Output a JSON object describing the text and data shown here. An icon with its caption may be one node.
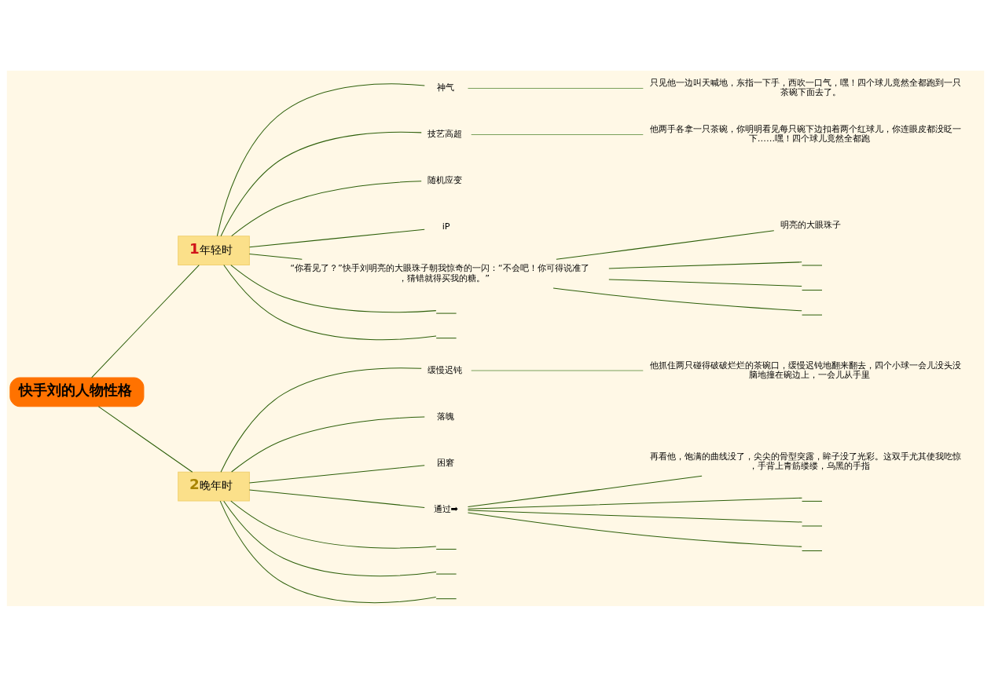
{
  "diagram": {
    "nodes": [
      {
        "text": [
          "快手刘的人物性格"
        ]
      },
      {
        "text": [
          "1",
          "年轻时"
        ]
      },
      {
        "text": [
          "神气"
        ]
      },
      {
        "text": [
          "只见他一边叫天喊地，东指一下手，西吹一口气，嘿！四个球儿竟然全都跑到一只茶碗下面去了。"
        ]
      },
      {
        "text": [
          "技艺高超"
        ]
      },
      {
        "text": [
          "他两手各拿一只茶碗，你明明看见每只碗下边扣着两个红球儿，你连眼皮都没眨一下……嘿！四个球儿竟然全都跑"
        ]
      },
      {
        "text": [
          "随机应变"
        ]
      },
      {
        "text": [
          "iP"
        ]
      },
      {
        "text": [
          "“你看见了？”快手刘明亮的大眼珠子朝我惊奇的一闪：“不会吧！你可得说准了，猜错就得买我的糖。”"
        ]
      },
      {
        "text": [
          "明亮的大眼珠子"
        ]
      },
      {
        "text": [],
        "shape": "line"
      },
      {
        "text": [],
        "shape": "line"
      },
      {
        "text": [],
        "shape": "line"
      },
      {
        "text": [],
        "shape": "line"
      },
      {
        "text": [],
        "shape": "line"
      },
      {
        "text": [
          "2",
          "晚年时"
        ]
      },
      {
        "text": [
          "缓慢迟钝"
        ]
      },
      {
        "text": [
          "他抓住两只碰得破破烂烂的茶碗口，缓慢迟钝地翻来翻去，四个小球一会儿没头没脑地撞在碗边上，一会儿从手里"
        ]
      },
      {
        "text": [
          "落魄"
        ]
      },
      {
        "text": [
          "困窘"
        ]
      },
      {
        "text": [
          "通过➡"
        ]
      },
      {
        "text": [
          "再看他，饱满的曲线没了，尖尖的骨型突露，眸子没了光彩。这双手尤其使我吃惊，手背上青筋缕缕，乌黑的手指"
        ]
      },
      {
        "text": [],
        "shape": "line"
      },
      {
        "text": [],
        "shape": "line"
      },
      {
        "text": [],
        "shape": "line"
      },
      {
        "text": [],
        "shape": "line"
      },
      {
        "text": [],
        "shape": "line"
      },
      {
        "text": [],
        "shape": "line"
      }
    ],
    "edges": [
      {
        "from": 0,
        "to": 1,
        "arrow": "none"
      },
      {
        "from": 1,
        "to": 2,
        "arrow": "none"
      },
      {
        "from": 2,
        "to": 3,
        "arrow": "none",
        "color": "#7aa05a"
      },
      {
        "from": 1,
        "to": 4,
        "arrow": "none"
      },
      {
        "from": 4,
        "to": 5,
        "arrow": "none",
        "color": "#7aa05a"
      },
      {
        "from": 1,
        "to": 6,
        "arrow": "none"
      },
      {
        "from": 1,
        "to": 7,
        "arrow": "none"
      },
      {
        "from": 1,
        "to": 8,
        "arrow": "none"
      },
      {
        "from": 8,
        "to": 9,
        "arrow": "none"
      },
      {
        "from": 8,
        "to": 10,
        "arrow": "none"
      },
      {
        "from": 8,
        "to": 11,
        "arrow": "none"
      },
      {
        "from": 8,
        "to": 12,
        "arrow": "none"
      },
      {
        "from": 1,
        "to": 13,
        "arrow": "none"
      },
      {
        "from": 1,
        "to": 14,
        "arrow": "none"
      },
      {
        "from": 0,
        "to": 15,
        "arrow": "none"
      },
      {
        "from": 15,
        "to": 16,
        "arrow": "none"
      },
      {
        "from": 16,
        "to": 17,
        "arrow": "none",
        "color": "#7aa05a"
      },
      {
        "from": 15,
        "to": 18,
        "arrow": "none"
      },
      {
        "from": 15,
        "to": 19,
        "arrow": "none"
      },
      {
        "from": 15,
        "to": 20,
        "arrow": "none"
      },
      {
        "from": 20,
        "to": 21,
        "arrow": "none"
      },
      {
        "from": 20,
        "to": 22,
        "arrow": "none"
      },
      {
        "from": 20,
        "to": 23,
        "arrow": "none"
      },
      {
        "from": 20,
        "to": 24,
        "arrow": "none"
      },
      {
        "from": 15,
        "to": 25,
        "arrow": "none"
      },
      {
        "from": 15,
        "to": 26,
        "arrow": "none"
      },
      {
        "from": 15,
        "to": 27,
        "arrow": "none"
      }
    ]
  }
}
